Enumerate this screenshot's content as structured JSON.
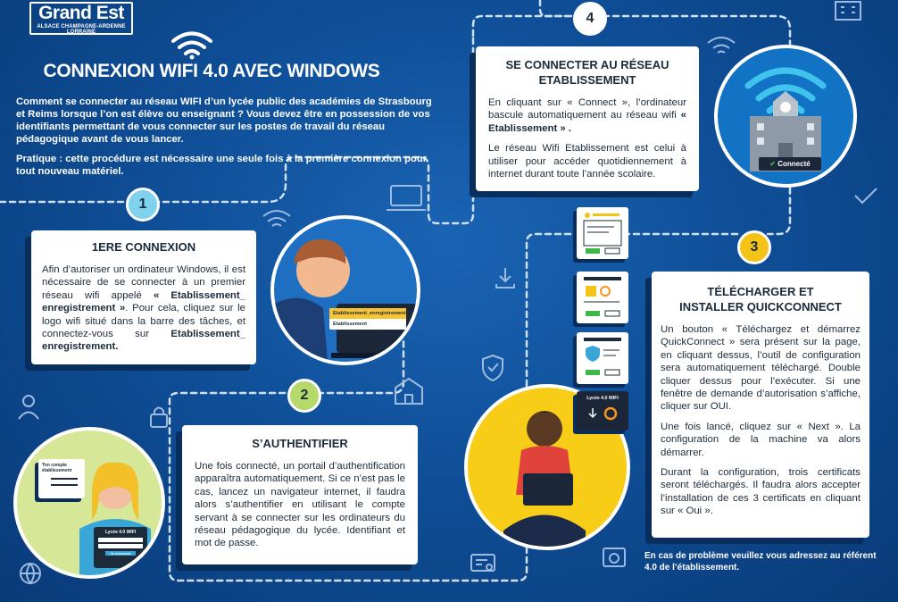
{
  "logo": {
    "name": "Grand Est",
    "sub": "ALSACE CHAMPAGNE-ARDENNE LORRAINE"
  },
  "title": "CONNEXION WIFI 4.0 AVEC WINDOWS",
  "intro": {
    "p1": "Comment se connecter au réseau WIFI d’un lycée public des académies de Strasbourg et Reims lorsque l’on est élève ou enseignant ? Vous devez être en possession de vos identifiants permettant de vous connecter sur les postes de travail du réseau pédagogique avant de vous lancer.",
    "p2": "Pratique : cette procédure est nécessaire une seule fois à la première connexion pour tout nouveau matériel."
  },
  "step1": {
    "number": "1",
    "title": "1ERE CONNEXION",
    "text_a": "Afin d’autoriser un ordinateur Windows, il est nécessaire de se connecter à un premier réseau wifi appelé ",
    "bold_a": "« Etablissement_ enregistrement »",
    "text_b": ". Pour cela, cliquez sur le logo wifi situé dans la barre des tâches, et connectez-vous sur ",
    "bold_b": "Etablissement_ enregistrement."
  },
  "step2": {
    "number": "2",
    "title": "S’AUTHENTIFIER",
    "text": "Une fois connecté, un portail d’authentification apparaîtra automatiquement. Si ce n’est pas le cas, lancez un navigateur internet, il faudra alors s’authentifier en utilisant le compte servant à se connecter sur les ordinateurs du réseau pédagogique du lycée. Identifiant et mot de passe."
  },
  "step3": {
    "number": "3",
    "title_l1": "TÉLÉCHARGER ET",
    "title_l2": "INSTALLER QUICKCONNECT",
    "p1": "Un bouton « Téléchargez et démarrez QuickConnect » sera présent sur la page, en cliquant dessus, l’outil de configuration sera automatiquement téléchargé. Double cliquer dessus pour l’exécuter. Si une fenêtre de demande d’autorisation s’affiche, cliquer sur OUI.",
    "p2": "Une fois lancé, cliquez sur « Next ». La configuration de la machine va alors démarrer.",
    "p3": "Durant la configuration, trois certificats seront téléchargés. Il faudra alors accepter l’installation de ces 3 certificats en cliquant sur « Oui »."
  },
  "step4": {
    "number": "4",
    "title_l1": "SE CONNECTER AU RÉSEAU",
    "title_l2": "ETABLISSEMENT",
    "p1_a": "En cliquant sur « Connect », l’ordinateur bascule automatiquement au réseau wifi ",
    "p1_b": "« Etablissement » .",
    "p2": "Le réseau Wifi Etablissement est celui à utiliser pour accéder quotidiennement à internet durant toute l’année scolaire."
  },
  "illustrations": {
    "wifi_menu_1": "Etablissement_enregistrement",
    "wifi_menu_2": "Etablissement",
    "login_card": "Ton compte établissement",
    "login_window": "Lycée 4.0 WIFI",
    "login_button": "Je connecte",
    "app_window": "Lycée 4.0 WIFI",
    "connected_badge": "Connecté"
  },
  "footer": "En cas de problème veuillez vous adressez au référent 4.0 de l’établissement.",
  "colors": {
    "background": "#0f4f98",
    "badge1": "#7fd2ee",
    "badge2": "#b5d96a",
    "badge3": "#f3c318",
    "badge4": "#ffffff",
    "circle_step1": "#1e6fc2",
    "circle_step2": "#d6e898",
    "circle_step3": "#f7cd18",
    "circle_step4": "#1273c4"
  }
}
